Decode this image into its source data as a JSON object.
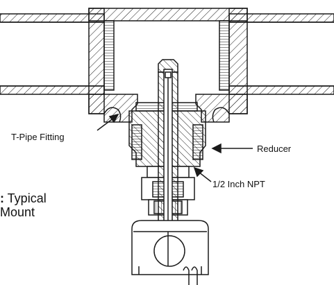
{
  "labels": {
    "t_pipe": "T-Pipe Fitting",
    "reducer": "Reducer",
    "npt": "1/2 Inch NPT"
  },
  "caption": {
    "prefix": ":",
    "line1": " Typical",
    "line2": "Mount"
  },
  "colors": {
    "line": "#1a1a1a",
    "fill": "#ffffff"
  }
}
